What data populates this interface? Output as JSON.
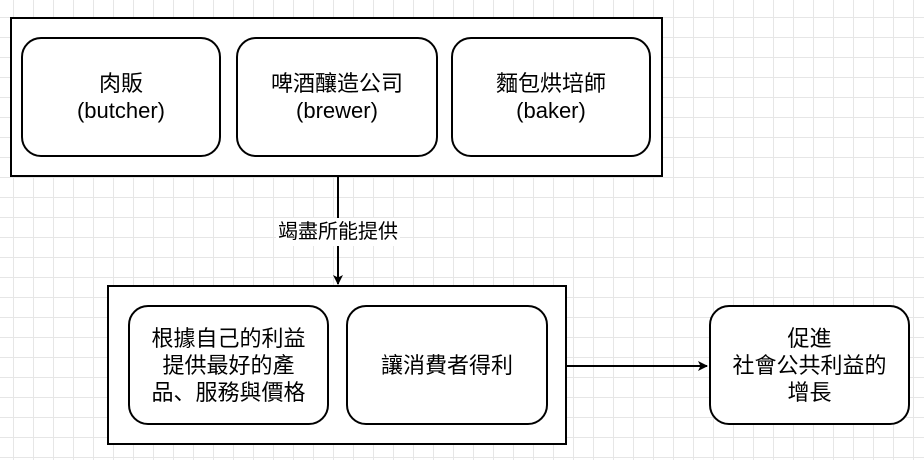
{
  "producers": {
    "butcher": {
      "name": "肉販",
      "english": "(butcher)"
    },
    "brewer": {
      "name": "啤酒釀造公司",
      "english": "(brewer)"
    },
    "baker": {
      "name": "麵包烘培師",
      "english": "(baker)"
    }
  },
  "edge_label": "竭盡所能提供",
  "process": {
    "self_interest_lines": [
      "根據自己的利益",
      "提供最好的產",
      "品、服務與價格"
    ],
    "consumer_benefit": "讓消費者得利"
  },
  "outcome": {
    "lines": [
      "促進",
      "社會公共利益的",
      "增長"
    ]
  }
}
